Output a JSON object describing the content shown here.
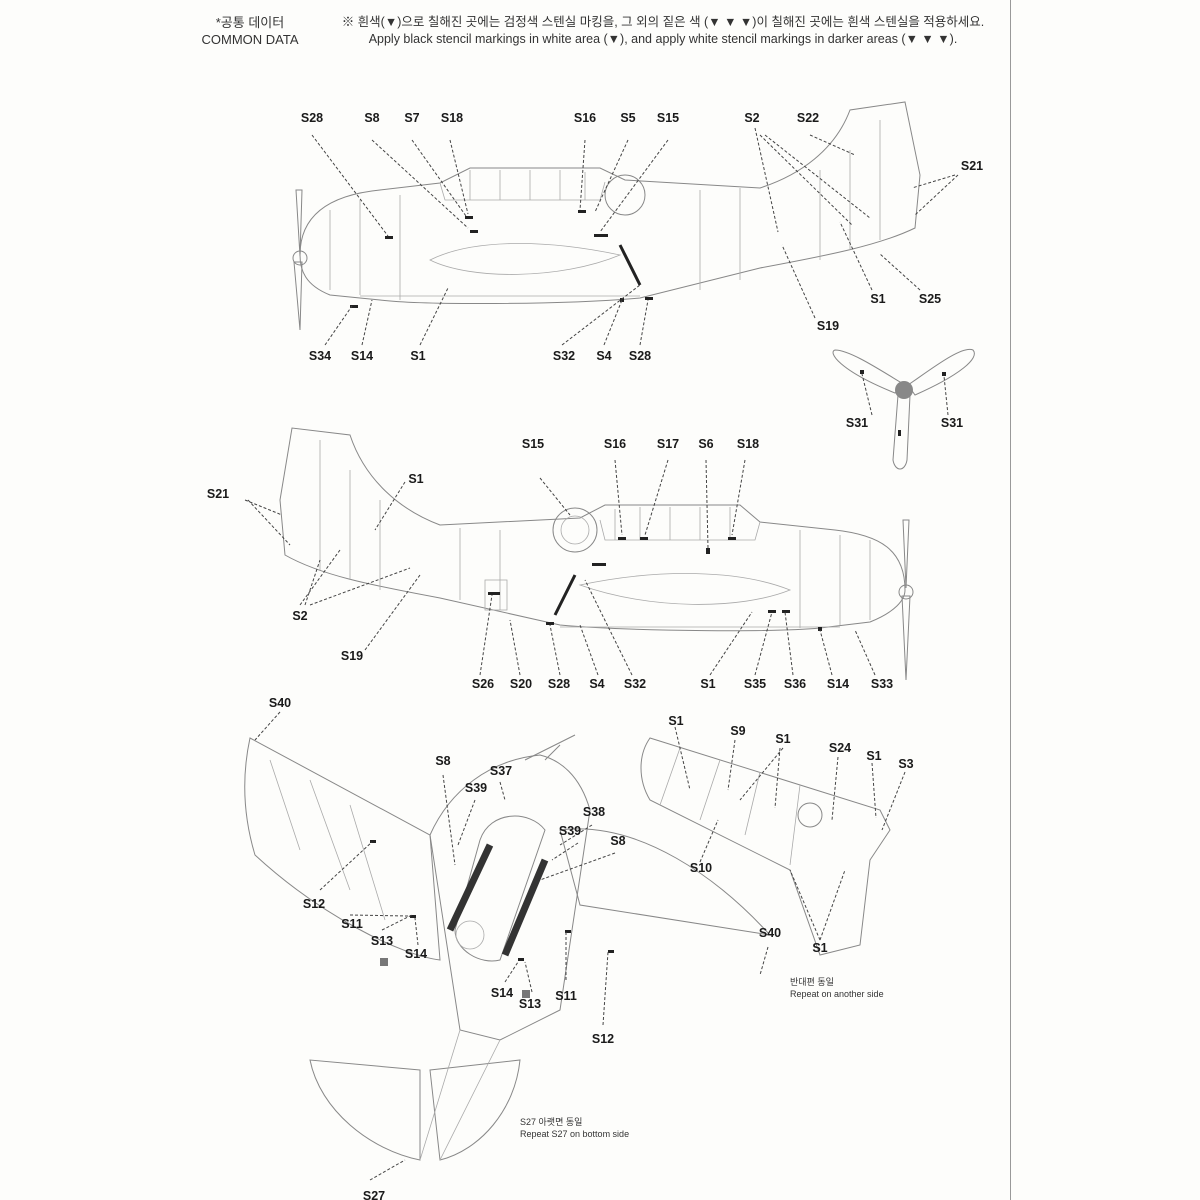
{
  "header": {
    "title_kr": "*공통 데이터",
    "title_en": "COMMON DATA",
    "instr_kr": "※ 흰색(▼)으로 칠해진 곳에는 검정색 스텐실 마킹을, 그 외의 짙은 색 (▼ ▼ ▼)이 칠해진 곳에는 흰색 스텐실을 적용하세요.",
    "instr_en": "Apply black stencil markings in white area (▼), and apply white stencil markings in darker areas (▼ ▼ ▼)."
  },
  "views": {
    "side_left": {
      "labels": [
        "S28",
        "S8",
        "S7",
        "S18",
        "S16",
        "S5",
        "S15",
        "S2",
        "S22",
        "S21",
        "S1",
        "S25",
        "S19",
        "S34",
        "S14",
        "S1",
        "S32",
        "S4",
        "S28"
      ]
    },
    "propeller": {
      "labels": [
        "S31",
        "S31"
      ]
    },
    "side_right": {
      "labels": [
        "S15",
        "S16",
        "S17",
        "S6",
        "S18",
        "S21",
        "S1",
        "S2",
        "S19",
        "S26",
        "S20",
        "S28",
        "S4",
        "S32",
        "S1",
        "S35",
        "S36",
        "S14",
        "S33"
      ]
    },
    "top": {
      "labels": [
        "S40",
        "S8",
        "S37",
        "S39",
        "S38",
        "S39",
        "S8",
        "S12",
        "S11",
        "S13",
        "S14",
        "S14",
        "S13",
        "S11",
        "S12",
        "S27",
        "S40"
      ]
    },
    "wing_detail": {
      "labels": [
        "S1",
        "S9",
        "S1",
        "S24",
        "S1",
        "S3",
        "S10",
        "S1"
      ]
    }
  },
  "notes": {
    "repeat_other_kr": "반대편 동일",
    "repeat_other_en": "Repeat on another side",
    "repeat_bottom_kr": "S27 아랫면 동일",
    "repeat_bottom_en": "Repeat S27 on bottom side"
  }
}
